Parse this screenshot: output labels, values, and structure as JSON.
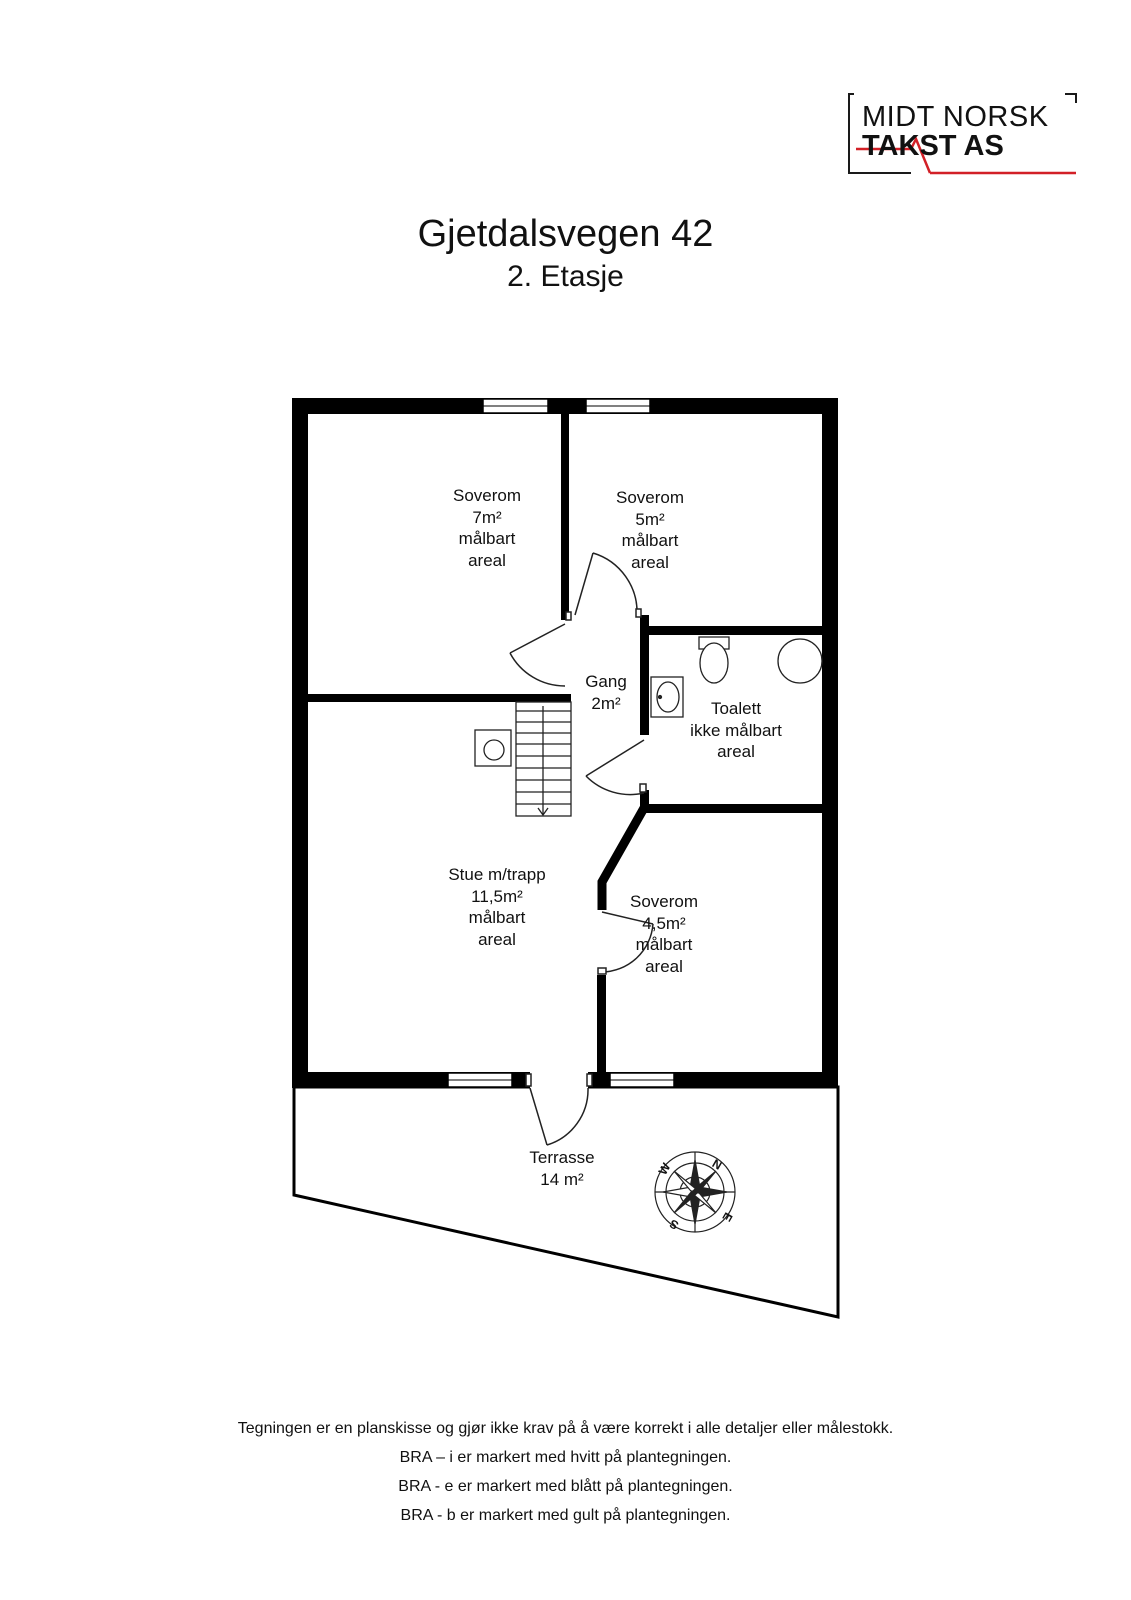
{
  "logo": {
    "line1": "MIDT NORSK",
    "line2_a": "TA",
    "line2_b": "KST AS",
    "accent_color": "#d22027",
    "frame_color": "#1a1a1a"
  },
  "header": {
    "title": "Gjetdalsvegen 42",
    "subtitle": "2. Etasje"
  },
  "rooms": [
    {
      "id": "soverom-1",
      "name": "Soverom",
      "area": "7m²",
      "line3": "målbart",
      "line4": "areal"
    },
    {
      "id": "soverom-2",
      "name": "Soverom",
      "area": "5m²",
      "line3": "målbart",
      "line4": "areal"
    },
    {
      "id": "gang",
      "name": "Gang",
      "area": "2m²"
    },
    {
      "id": "toalett",
      "name": "Toalett",
      "area": "ikke målbart",
      "line3": "areal"
    },
    {
      "id": "stue",
      "name": "Stue m/trapp",
      "area": "11,5m²",
      "line3": "målbart",
      "line4": "areal"
    },
    {
      "id": "soverom-3",
      "name": "Soverom",
      "area": "4,5m²",
      "line3": "målbart",
      "line4": "areal"
    },
    {
      "id": "terrasse",
      "name": "Terrasse",
      "area": "14 m²"
    }
  ],
  "compass": {
    "n": "N",
    "e": "E",
    "s": "S",
    "w": "W",
    "icon": "compass-rose-icon"
  },
  "colors": {
    "wall": "#000000",
    "line": "#222222",
    "window_fill": "#ffffff"
  },
  "footer": {
    "line1": "Tegningen er en planskisse og gjør ikke krav på å være korrekt i alle detaljer eller målestokk.",
    "line2": "BRA – i er markert med hvitt på plantegningen.",
    "line3": "BRA - e er markert med blått på plantegningen.",
    "line4": "BRA - b er markert med gult på plantegningen."
  }
}
